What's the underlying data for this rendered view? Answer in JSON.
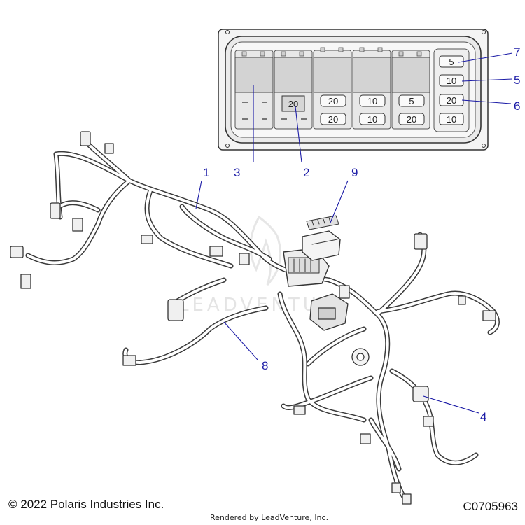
{
  "fuse_box": {
    "fuses_row1": [
      "20",
      "10",
      "5"
    ],
    "fuses_row2": [
      "20",
      "10",
      "20"
    ],
    "relay_fuse": "20",
    "right_column": [
      "5",
      "10",
      "20",
      "10"
    ]
  },
  "callouts": {
    "c1": "1",
    "c2": "2",
    "c3": "3",
    "c4": "4",
    "c5": "5",
    "c6": "6",
    "c7": "7",
    "c8": "8",
    "c9": "9"
  },
  "watermark": "LEADVENTURE",
  "footer": {
    "copyright": "© 2022 Polaris Industries Inc.",
    "rendered_by": "Rendered by LeadVenture, Inc.",
    "diagram_id": "C0705963"
  }
}
